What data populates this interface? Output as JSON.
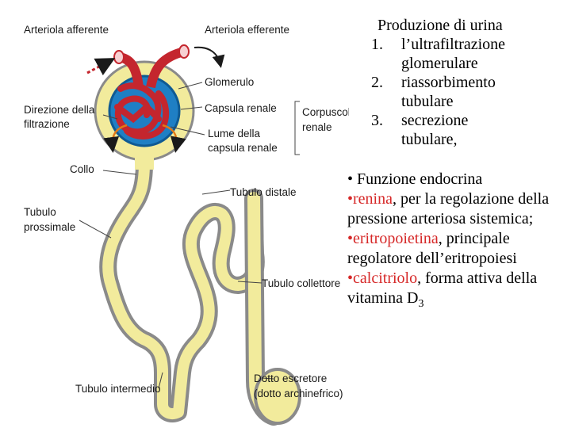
{
  "diagram": {
    "labels": {
      "arteriola_afferente": "Arteriola afferente",
      "arteriola_efferente": "Arteriola efferente",
      "glomerulo": "Glomerulo",
      "direzione_line1": "Direzione della",
      "direzione_line2": "filtrazione",
      "capsula_renale": "Capsula renale",
      "corpuscolo_line1": "Corpuscolo",
      "corpuscolo_line2": "renale",
      "lume_line1": "Lume della",
      "lume_line2": "capsula renale",
      "collo": "Collo",
      "tubulo_distale": "Tubulo distale",
      "tubulo_prossimale_line1": "Tubulo",
      "tubulo_prossimale_line2": "prossimale",
      "tubulo_collettore": "Tubulo collettore",
      "dotto_line1": "Dotto escretore",
      "dotto_line2": "(dotto archinefrico)",
      "tubulo_intermedio": "Tubulo intermedio"
    },
    "colors": {
      "tubule_fill": "#f2eb9c",
      "tubule_border": "#8a8a8a",
      "capsule_blue": "#1f7fc4",
      "vessel_red": "#c4262e",
      "arrow_orange": "#e07a18"
    }
  },
  "text_panel": {
    "title": "Produzione di urina",
    "steps": [
      {
        "num": "1.",
        "line1": "l’ultrafiltrazione",
        "line2": "glomerulare"
      },
      {
        "num": "2.",
        "line1": "riassorbimento",
        "line2": "tubulare"
      },
      {
        "num": "3.",
        "line1": "secrezione",
        "line2": "tubulare,"
      }
    ],
    "endocrine": {
      "heading": "• Funzione endocrina",
      "items": [
        {
          "bullet": "•",
          "name": "renina",
          "text": ", per la regolazione della pressione arteriosa sistemica;"
        },
        {
          "bullet": "•",
          "name": "eritropoietina",
          "text": ", principale regolatore dell’eritropoiesi"
        },
        {
          "bullet": "•",
          "name": "calcitriolo",
          "text": ", forma attiva della vitamina D",
          "sub": "3"
        }
      ]
    }
  }
}
